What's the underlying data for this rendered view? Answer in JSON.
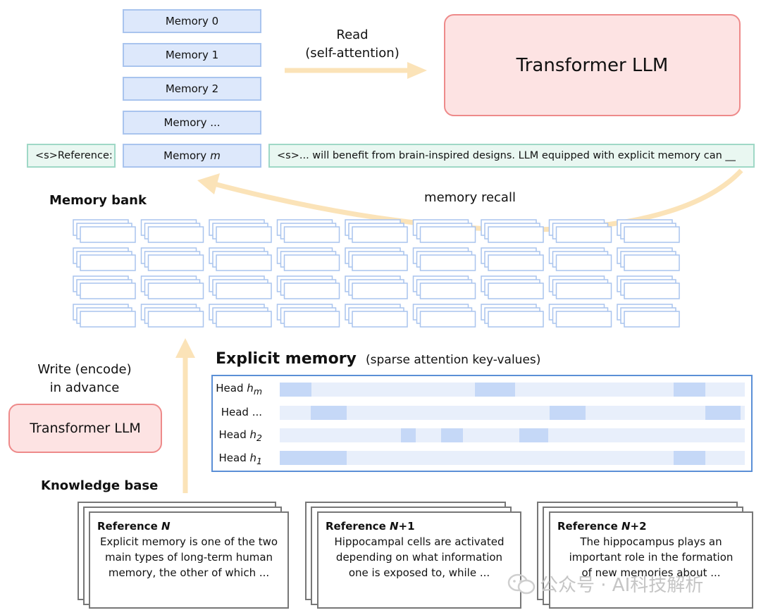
{
  "memory_slots": [
    "Memory 0",
    "Memory 1",
    "Memory 2",
    "Memory ..."
  ],
  "memory_m": {
    "text": "Memory",
    "var": "m"
  },
  "read_label": {
    "line1": "Read",
    "line2": "(self-attention)"
  },
  "transformer_top": "Transformer LLM",
  "transformer_bottom": "Transformer LLM",
  "reference_prefix": "<s>Reference:",
  "context_sentence": "<s>... will benefit from brain-inspired designs. LLM equipped with explicit memory can __",
  "memory_recall_label": "memory recall",
  "memory_bank_label": "Memory bank",
  "write_label": {
    "line1": "Write (encode)",
    "line2": "in advance"
  },
  "knowledge_base_label": "Knowledge base",
  "explicit_memory": {
    "title": "Explicit memory",
    "subtitle": "(sparse attention key-values)",
    "heads": [
      {
        "name": "Head",
        "var": "h",
        "sub": "m"
      },
      {
        "name": "Head ...",
        "var": "",
        "sub": ""
      },
      {
        "name": "Head",
        "var": "h",
        "sub": "2"
      },
      {
        "name": "Head",
        "var": "h",
        "sub": "1"
      }
    ]
  },
  "references": [
    {
      "title": "Reference",
      "var": "N",
      "suffix": "",
      "lines": [
        "Explicit memory is one of the two",
        "main types of long-term human",
        "memory, the other of which ..."
      ]
    },
    {
      "title": "Reference",
      "var": "N",
      "suffix": "+1",
      "lines": [
        "Hippocampal cells are activated",
        "depending on what information",
        "one is exposed to, while ..."
      ]
    },
    {
      "title": "Reference",
      "var": "N",
      "suffix": "+2",
      "lines": [
        "The hippocampus plays an",
        "important role in the formation",
        "of new memories about ..."
      ]
    }
  ],
  "watermark": "公众号 · AI科技解析",
  "colors": {
    "memory_fill": "#dde8fb",
    "memory_border": "#a9c4ee",
    "llm_fill": "#fde3e3",
    "llm_border": "#ee8a8a",
    "teal_fill": "#e9f7f1",
    "teal_border": "#9fd8c6",
    "arrow": "#fbe3b8",
    "panel_border": "#5b8fd6"
  }
}
